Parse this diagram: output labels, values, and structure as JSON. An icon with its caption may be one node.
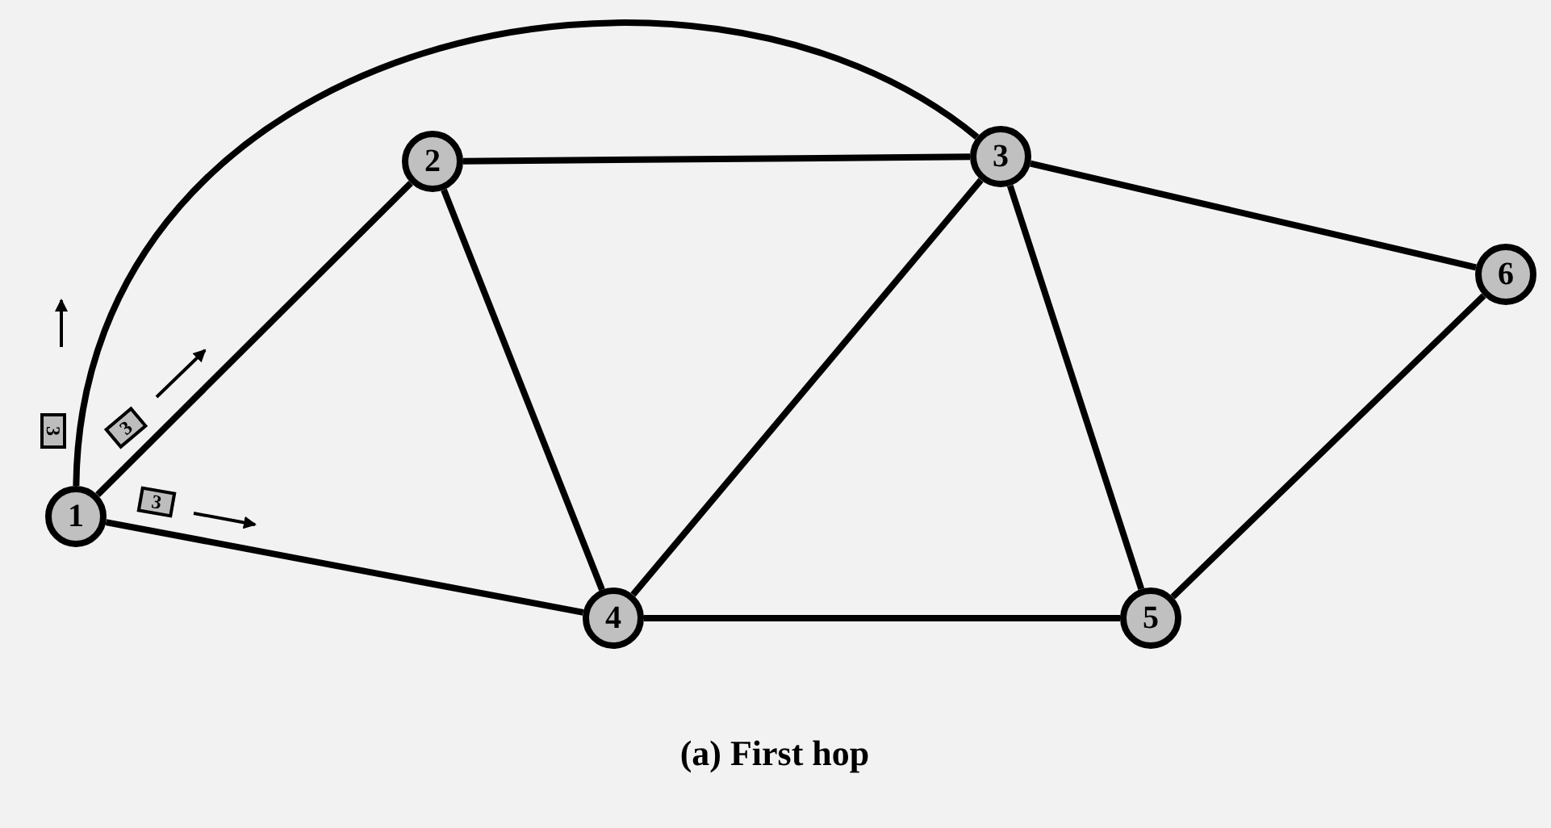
{
  "diagram": {
    "caption": "(a) First hop",
    "nodes": [
      {
        "text": [
          "1"
        ]
      },
      {
        "text": [
          "2"
        ]
      },
      {
        "text": [
          "3"
        ]
      },
      {
        "text": [
          "4"
        ]
      },
      {
        "text": [
          "5"
        ]
      },
      {
        "text": [
          "6"
        ]
      },
      {
        "text": [
          "3"
        ]
      },
      {
        "text": [
          "3"
        ]
      },
      {
        "text": [
          "3"
        ]
      }
    ],
    "edges": [
      {
        "from": 0,
        "to": 2,
        "arrow": "none"
      },
      {
        "from": 0,
        "to": 1,
        "arrow": "none"
      },
      {
        "from": 0,
        "to": 3,
        "arrow": "none"
      },
      {
        "from": 1,
        "to": 2,
        "arrow": "none"
      },
      {
        "from": 1,
        "to": 3,
        "arrow": "none"
      },
      {
        "from": 2,
        "to": 3,
        "arrow": "none"
      },
      {
        "from": 2,
        "to": 4,
        "arrow": "none"
      },
      {
        "from": 2,
        "to": 5,
        "arrow": "none"
      },
      {
        "from": 3,
        "to": 4,
        "arrow": "none"
      },
      {
        "from": 4,
        "to": 5,
        "arrow": "none"
      }
    ]
  }
}
